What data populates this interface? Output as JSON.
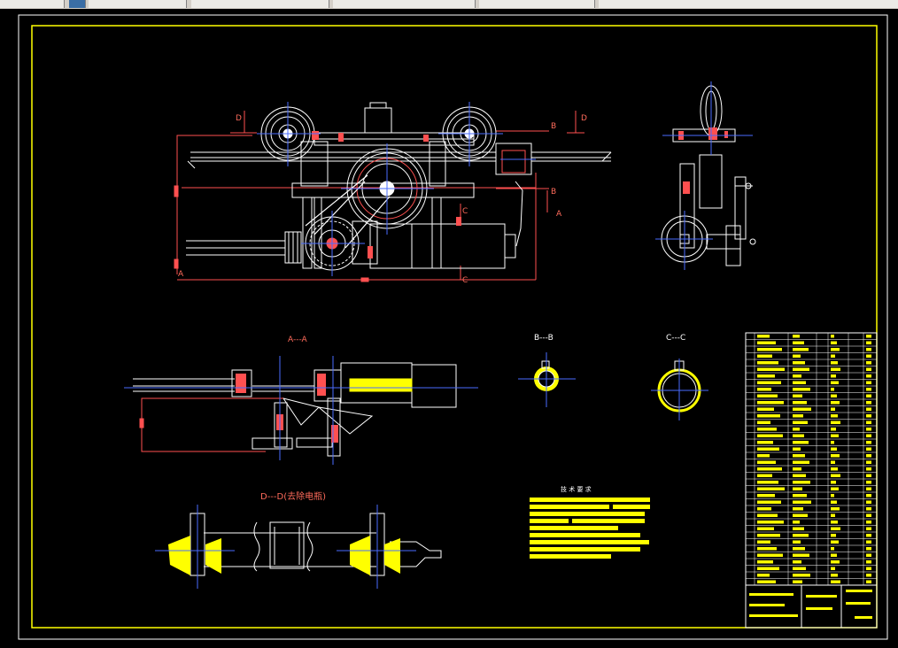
{
  "app": {
    "window": "cad-drawing-viewer"
  },
  "toolbar": {
    "tabs": [
      "",
      "",
      "",
      "",
      "",
      ""
    ]
  },
  "colors": {
    "background": "#000000",
    "frame": "#ffff00",
    "section": "#ff5050",
    "outline": "#ffffff",
    "centerline": "#4a6cff",
    "hatch": "#ffff00"
  },
  "views": {
    "front": {
      "cut_labels": [
        "D",
        "D",
        "B",
        "B",
        "A",
        "A",
        "C",
        "C"
      ]
    },
    "section_aa": {
      "title": "A---A"
    },
    "section_bb": {
      "title": "B---B"
    },
    "section_cc": {
      "title": "C---C"
    },
    "section_dd": {
      "title": "D---D(去除电瓶)"
    }
  },
  "notes": {
    "title": "技 术 要 求"
  },
  "title_block": {
    "label": "parts-list"
  }
}
